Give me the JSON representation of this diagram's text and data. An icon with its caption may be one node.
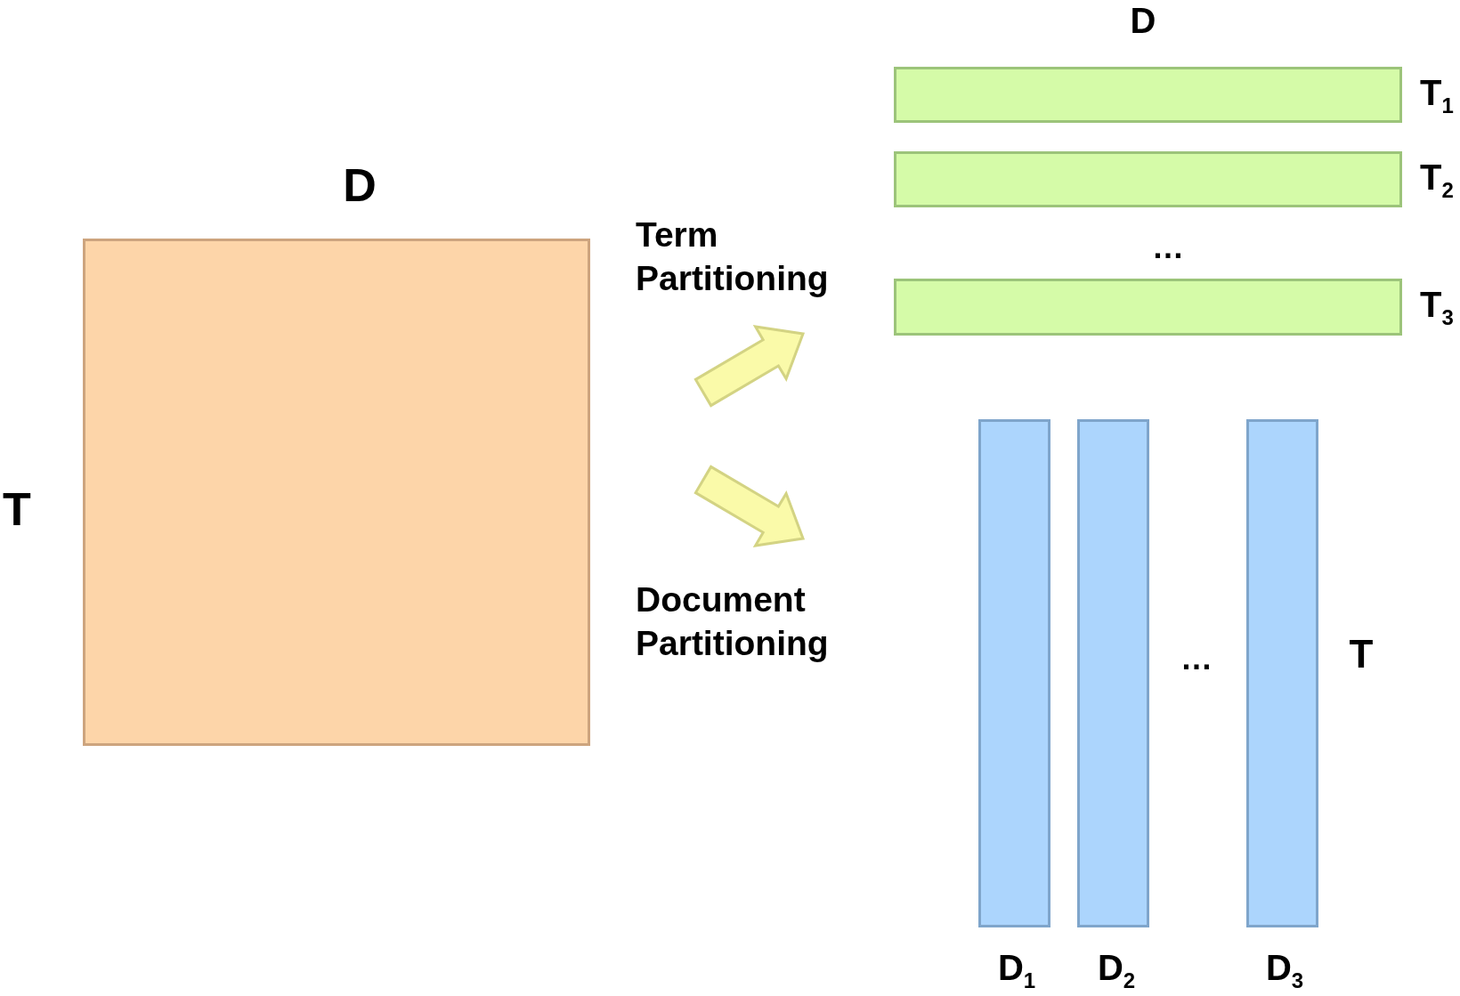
{
  "diagram": {
    "nodes": [
      {
        "text": [],
        "shape": "box",
        "beside": [
          "D",
          "T"
        ]
      },
      {
        "text": [],
        "shape": "box",
        "beside": [
          "T$_{1}$"
        ]
      },
      {
        "text": [],
        "shape": "box",
        "beside": [
          "T$_{2}$"
        ]
      },
      {
        "text": [],
        "shape": "box",
        "beside": [
          "T$_{3}$"
        ]
      },
      {
        "text": [],
        "shape": "box",
        "beside": [
          "D$_{1}$"
        ]
      },
      {
        "text": [],
        "shape": "box",
        "beside": [
          "D$_{2}$"
        ]
      },
      {
        "text": [],
        "shape": "box",
        "beside": [
          "D$_{3}$"
        ]
      }
    ],
    "labels": [
      "D",
      "Term Partitioning",
      "…",
      "Document Partitioning",
      "…",
      "T"
    ]
  }
}
